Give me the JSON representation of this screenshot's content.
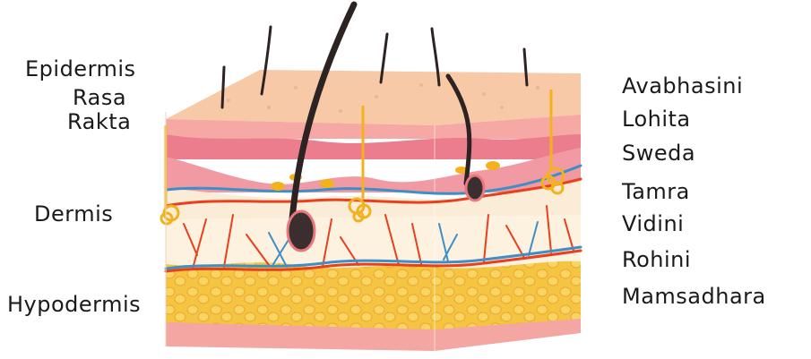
{
  "left_labels": {
    "epidermis": "Epidermis",
    "rasa": "Rasa",
    "rakta": "Rakta",
    "dermis": "Dermis",
    "hypodermis": "Hypodermis"
  },
  "right_labels": {
    "avabhasini": "Avabhasini",
    "lohita": "Lohita",
    "sweda": "Sweda",
    "tamra": "Tamra",
    "vidini": "Vidini",
    "rohini": "Rohini",
    "mamsadhara": "Mamsadhara"
  },
  "colors": {
    "top_surface": "#f8c9a6",
    "epidermis_front": "#f6a9a4",
    "dermis_pink": "#ec7d8c",
    "dermis_cream": "#fbecd8",
    "fat_yellow": "#f5c542",
    "fat_dark": "#e9a92f",
    "fascia": "#f4a6a2",
    "artery": "#e8401c",
    "vein": "#3f8fc6",
    "hair": "#2d2323",
    "gland": "#f3b21c"
  }
}
